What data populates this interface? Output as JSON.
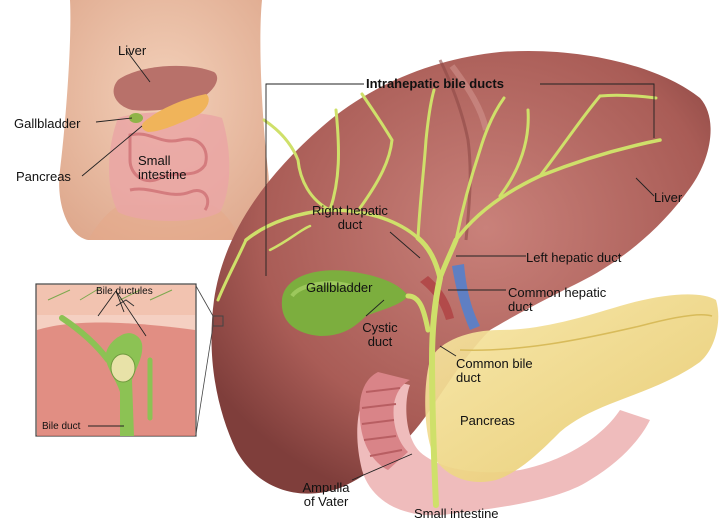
{
  "labels": {
    "intrahepatic": "Intrahepatic bile ducts",
    "liver_main": "Liver",
    "right_hepatic": "Right hepatic\nduct",
    "left_hepatic": "Left hepatic duct",
    "gallbladder_main": "Gallbladder",
    "common_hepatic": "Common hepatic\nduct",
    "cystic": "Cystic\nduct",
    "common_bile": "Common bile\nduct",
    "pancreas_main": "Pancreas",
    "ampulla": "Ampulla\nof Vater",
    "small_intestine_main": "Small intestine"
  },
  "inset_body": {
    "liver": "Liver",
    "gallbladder": "Gallbladder",
    "pancreas": "Pancreas",
    "small_intestine": "Small\nintestine"
  },
  "inset_detail": {
    "bile_ductules": "Bile ductules",
    "bile_duct": "Bile duct"
  },
  "colors": {
    "liver": "#b86a63",
    "liver_shadow": "#8e4a46",
    "bile_ducts": "#cfe06a",
    "gallbladder": "#7cae3e",
    "pancreas": "#f1da8a",
    "intestine": "#e9a2a6",
    "skin": "#e9b493"
  }
}
